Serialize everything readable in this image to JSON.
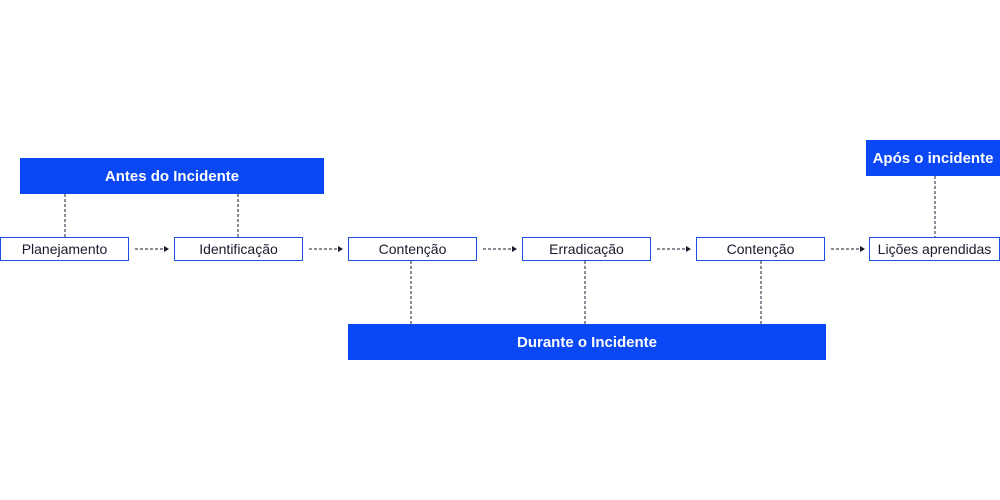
{
  "phases": {
    "before": "Antes do Incidente",
    "during": "Durante o Incidente",
    "after": "Após o incidente"
  },
  "steps": [
    "Planejamento",
    "Identificação",
    "Contenção",
    "Erradicação",
    "Contenção",
    "Lições aprendidas"
  ],
  "colors": {
    "accent": "#0a47f5",
    "border": "#1f4fe0",
    "connector": "#1a1a2e"
  }
}
